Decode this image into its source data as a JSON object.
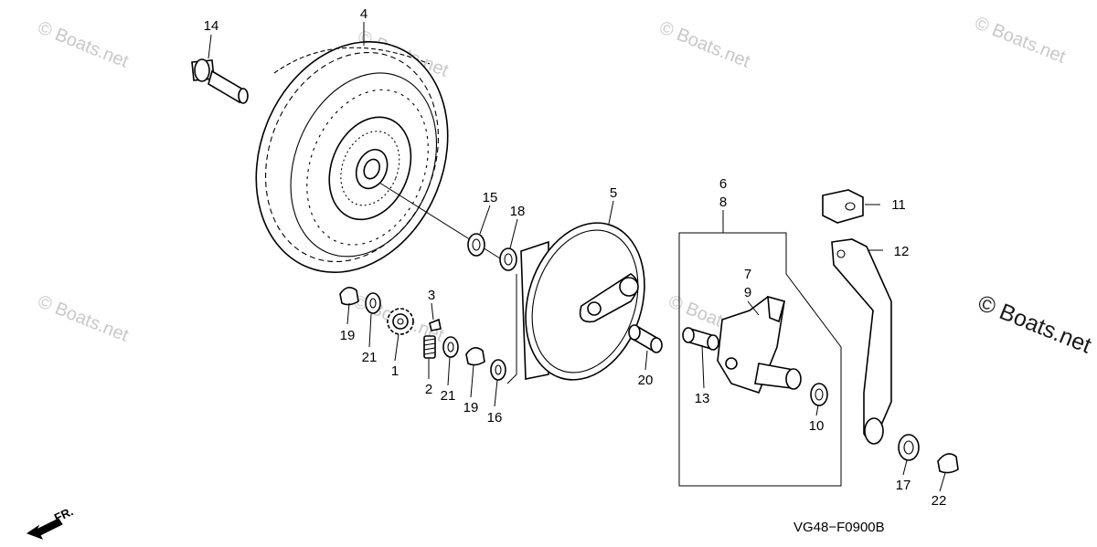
{
  "watermark": {
    "text": "© Boats.net"
  },
  "callouts": {
    "p1": "1",
    "p2": "2",
    "p3": "3",
    "p4": "4",
    "p5": "5",
    "p6": "6",
    "p7": "7",
    "p8": "8",
    "p9": "9",
    "p10": "10",
    "p11": "11",
    "p12": "12",
    "p13": "13",
    "p14": "14",
    "p15": "15",
    "p16": "16",
    "p17": "17",
    "p18": "18",
    "p19a": "19",
    "p19b": "19",
    "p20": "20",
    "p21a": "21",
    "p21b": "21",
    "p22": "22"
  },
  "diagram_code": "VG48−F0900B",
  "direction_label": "FR."
}
